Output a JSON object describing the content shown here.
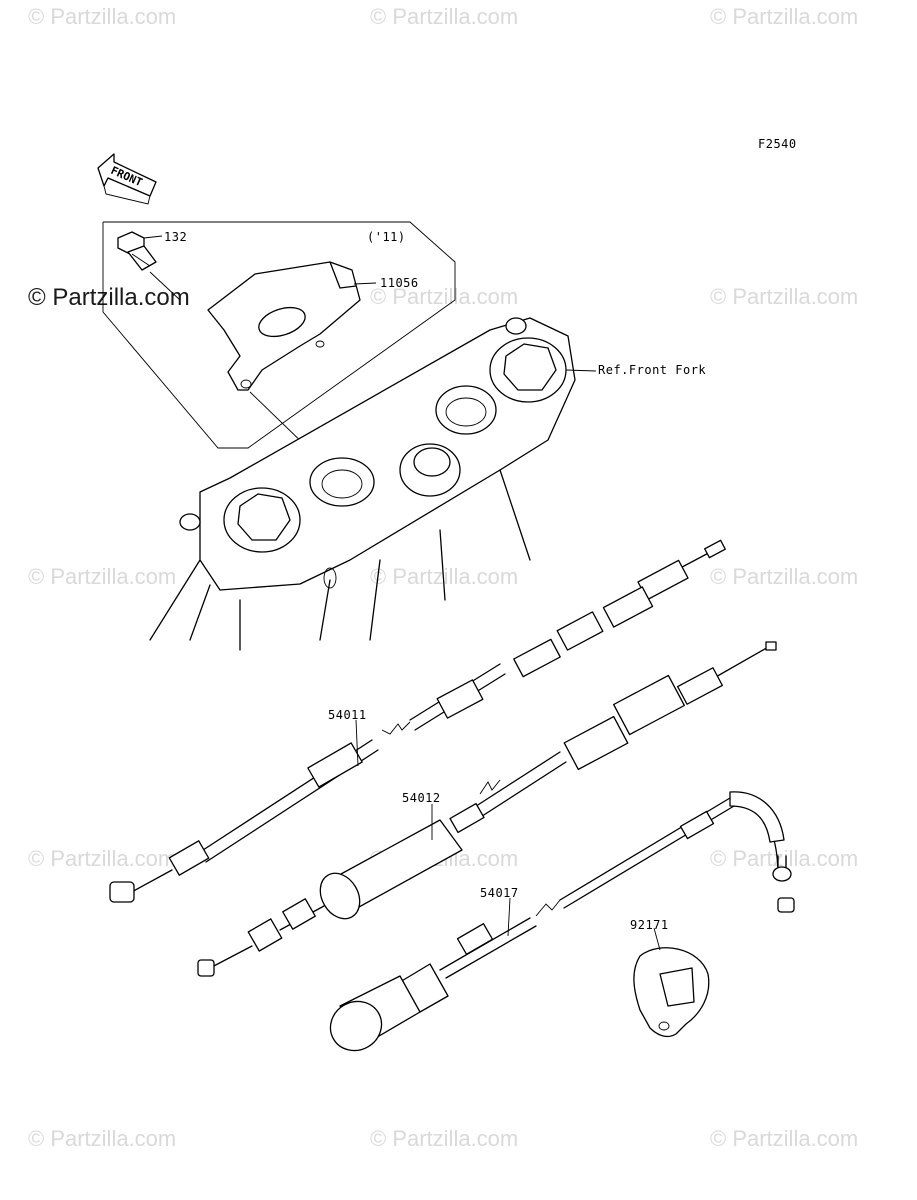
{
  "figure_code": "F2540",
  "front_arrow_label": "FRONT",
  "year_note": "('11)",
  "reference_label": "Ref.Front Fork",
  "parts": [
    {
      "id": "p132",
      "number": "132"
    },
    {
      "id": "p11056",
      "number": "11056"
    },
    {
      "id": "p54011",
      "number": "54011"
    },
    {
      "id": "p54012",
      "number": "54012"
    },
    {
      "id": "p54017",
      "number": "54017"
    },
    {
      "id": "p92171",
      "number": "92171"
    }
  ],
  "watermark_text": "© Partzilla.com"
}
